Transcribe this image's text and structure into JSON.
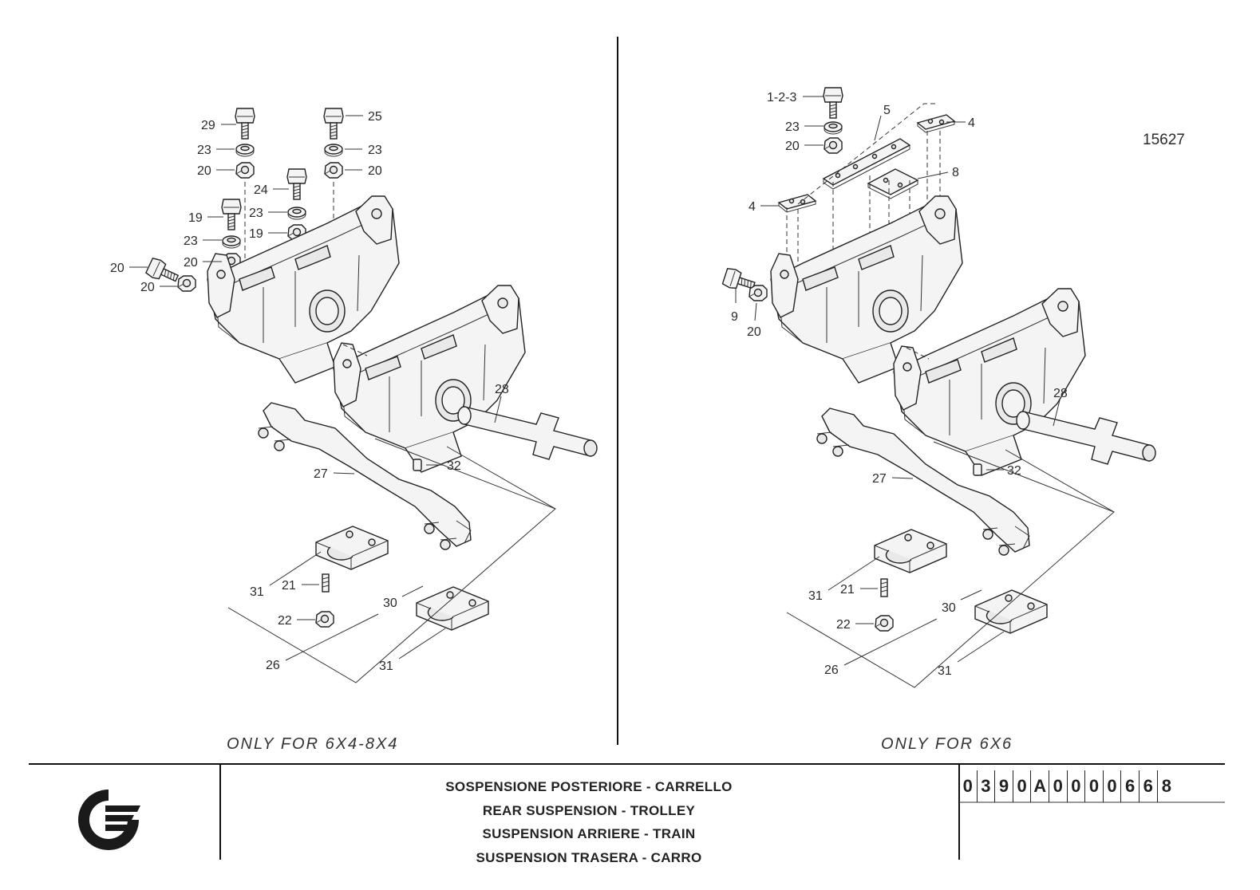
{
  "sheet_number": "15627",
  "left_view": {
    "caption": "ONLY FOR 6X4-8X4",
    "callouts": [
      "29",
      "25",
      "23",
      "23",
      "20",
      "20",
      "24",
      "19",
      "23",
      "23",
      "20",
      "20",
      "19",
      "20",
      "28",
      "32",
      "27",
      "31",
      "21",
      "30",
      "22",
      "26",
      "31"
    ]
  },
  "right_view": {
    "caption": "ONLY FOR 6X6",
    "callouts": [
      "1-2-3",
      "5",
      "4",
      "23",
      "20",
      "8",
      "4",
      "9",
      "20",
      "28",
      "32",
      "27",
      "31",
      "21",
      "30",
      "22",
      "26",
      "31"
    ]
  },
  "title_block": {
    "lines": [
      "SOSPENSIONE POSTERIORE - CARRELLO",
      "REAR SUSPENSION - TROLLEY",
      "SUSPENSION ARRIERE - TRAIN",
      "SUSPENSION TRASERA - CARRO"
    ],
    "drawing_code": [
      "0",
      "3",
      "9",
      "0",
      "A",
      "0",
      "0",
      "0",
      "0",
      "6",
      "6",
      "8"
    ]
  },
  "logo": {
    "icon": "brand-logo-icon",
    "color": "#1a1a1a"
  }
}
